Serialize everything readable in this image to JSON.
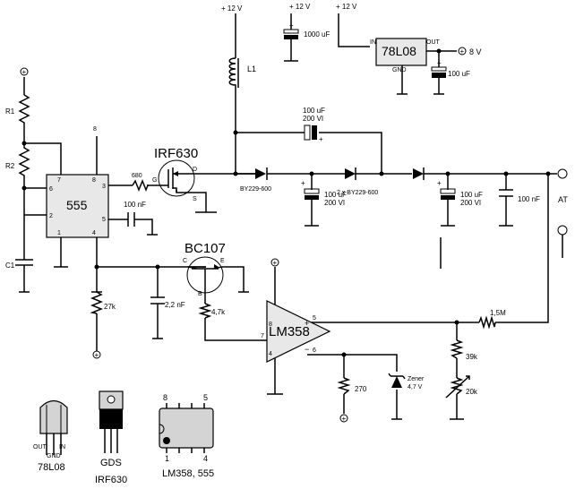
{
  "supply": {
    "top_left": "+ 12 V",
    "top_mid": "+ 12 V",
    "top_right": "+ 12 V",
    "plus": "+"
  },
  "regulator": {
    "name": "78L08",
    "in": "IN",
    "out": "OUT",
    "gnd": "GND",
    "output": "8 V",
    "cap_in": "1000 uF",
    "cap_out": "100 uF"
  },
  "timer": {
    "name": "555",
    "r1": "R1",
    "r2": "R2",
    "c1": "C1",
    "pin1": "1",
    "pin2": "2",
    "pin3": "3",
    "pin4": "4",
    "pin5": "5",
    "pin6": "6",
    "pin7": "7",
    "pin8": "8",
    "cap5": "100 nF"
  },
  "mosfet": {
    "name": "IRF630",
    "gate_res": "680",
    "g": "G",
    "d": "D",
    "s": "S"
  },
  "inductor": {
    "name": "L1"
  },
  "multiplier": {
    "cap_series": "100 uF\n200 VI",
    "diode1": "BY229-600",
    "diode23": "2 x BY229-600",
    "cap1": "100 uF\n200 VI",
    "cap2": "100 uF\n200 VI",
    "cap3": "100 nF"
  },
  "output": {
    "label": "AT"
  },
  "transistor": {
    "name": "BC107",
    "c": "C",
    "e": "E",
    "b": "B",
    "base_res": "4,7k",
    "cap": "2,2 nF",
    "pullup": "27k"
  },
  "opamp": {
    "name": "LM358",
    "plus": "+",
    "minus": "−",
    "p8": "8",
    "p4": "4",
    "p5": "5",
    "p6": "6",
    "p7": "7",
    "feedback": "1,5M",
    "r_div": "39k",
    "pot": "20k",
    "r270": "270",
    "zener": "Zener\n4,7 V"
  },
  "packages": {
    "to92": "78L08",
    "to92_pins": [
      "OUT",
      "IN",
      "GND"
    ],
    "to220": "IRF630",
    "to220_pins": "GDS",
    "dip": "LM358, 555",
    "dip_pins": [
      "8",
      "5",
      "1",
      "4"
    ]
  }
}
